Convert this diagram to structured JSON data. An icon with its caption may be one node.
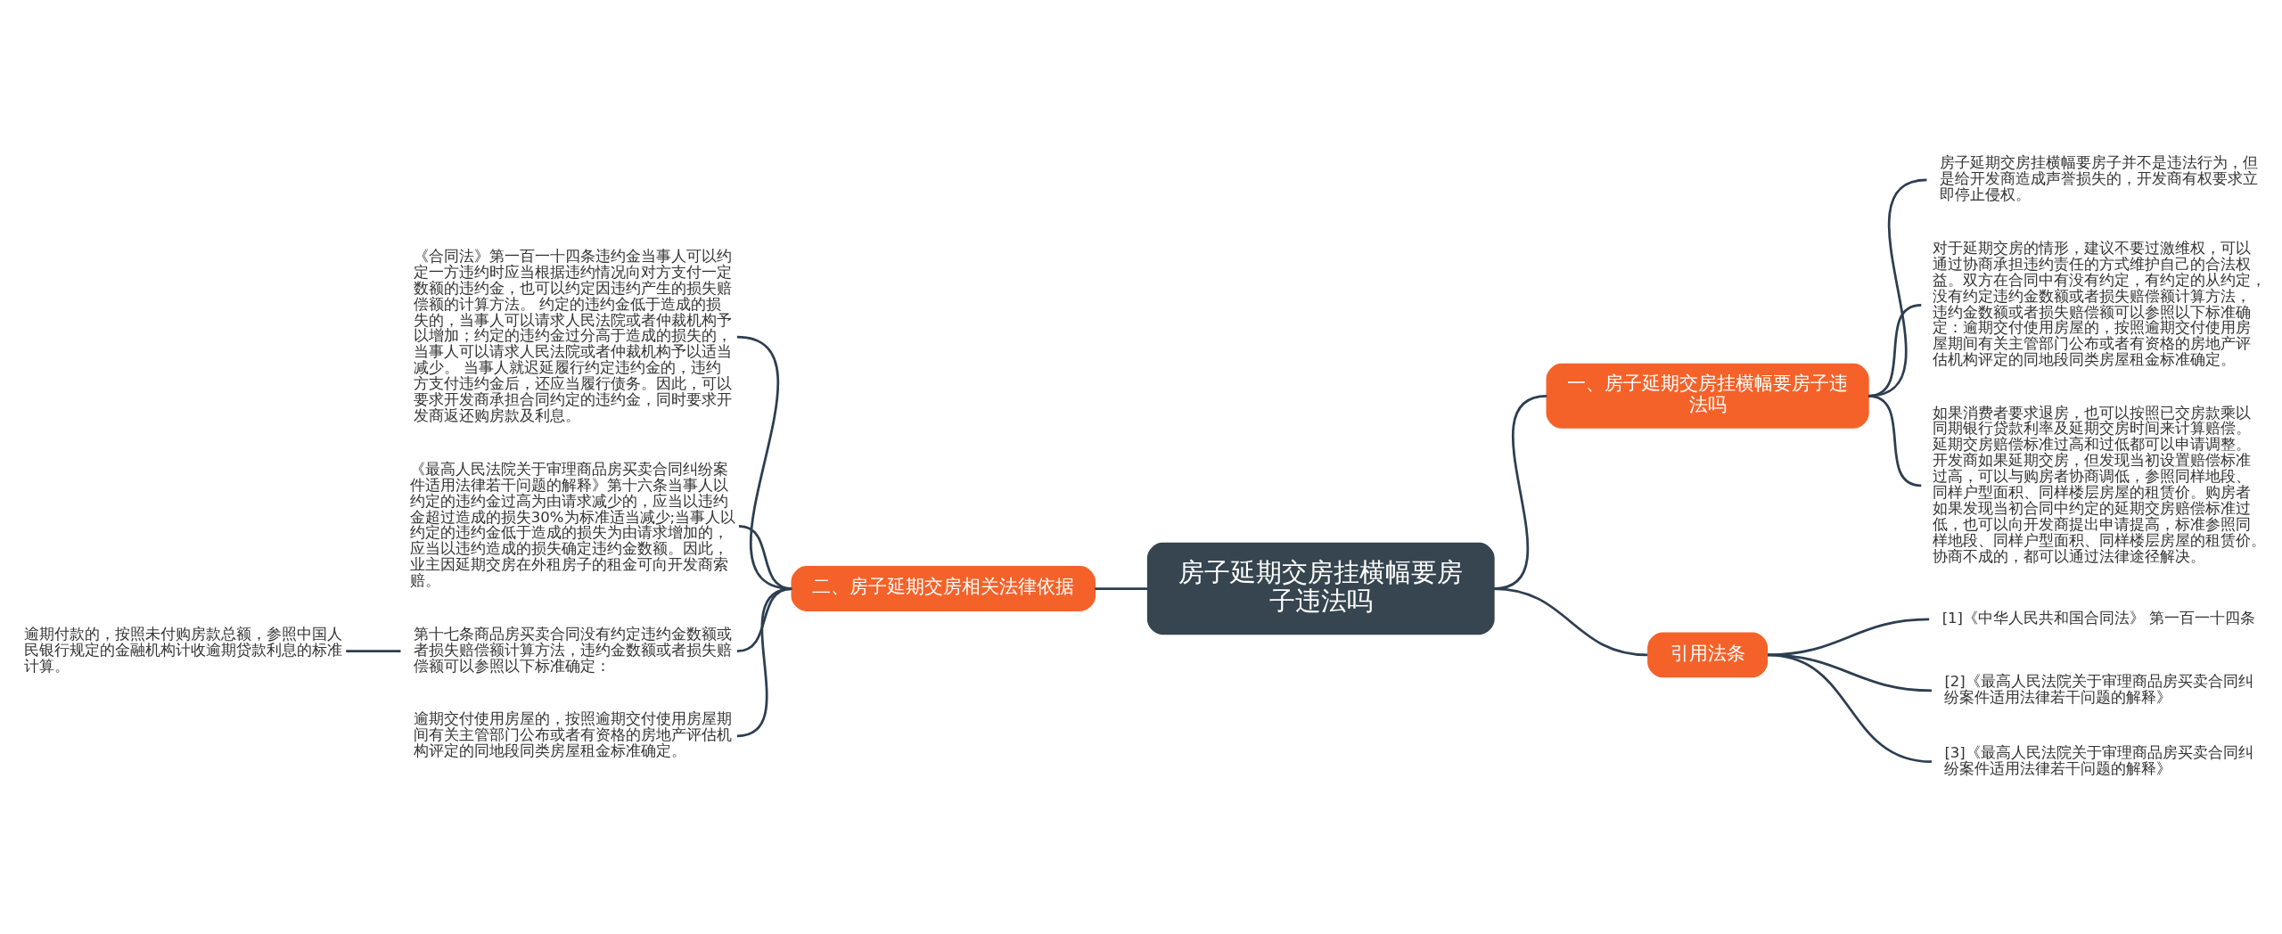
{
  "diagram": {
    "nodes": [
      {
        "text": [
          "房子延期交房挂横幅要房子违法吗"
        ]
      },
      {
        "text": [
          "一、房子延期交房挂横幅要房子违法吗"
        ]
      },
      {
        "text": [
          "房子延期交房挂横幅要房子并不是违法行为，但是给开发商造成声誉损失的，开发商有权要求立即停止侵权。"
        ]
      },
      {
        "text": [
          "对于延期交房的情形，建议不要过激维权，可以通过协商承担违约责任的方式维护自己的合法权益。双方在合同中有没有约定，有约定的从约定，没有约定违约金数额或者损失赔偿额计算方法，违约金数额或者损失赔偿额可以参照以下标准确定：逾期交付使用房屋的，按照逾期交付使用房屋期间有关主管部门公布或者有资格的房地产评估机构评定的同地段同类房屋租金标准确定。"
        ]
      },
      {
        "text": [
          "如果消费者要求退房，也可以按照已交房款乘以同期银行贷款利率及延期交房时间来计算赔偿。延期交房赔偿标准过高和过低都可以申请调整。开发商如果延期交房，但发现当初设置赔偿标准过高，可以与购房者协商调低，参照同样地段、同样户型面积、同样楼层房屋的租赁价。购房者如果发现当初合同中约定的延期交房赔偿标准过低，也可以向开发商提出申请提高，标准参照同样地段、同样户型面积、同样楼层房屋的租赁价。协商不成的，都可以通过法律途径解决。"
        ]
      },
      {
        "text": [
          "二、房子延期交房相关法律依据"
        ]
      },
      {
        "text": [
          "《合同法》第一百一十四条违约金当事人可以约定一方违约时应当根据违约情况向对方支付一定数额的违约金，也可以约定因违约产生的损失赔偿额的计算方法。 约定的违约金低于造成的损失的，当事人可以请求人民法院或者仲裁机构予以增加；约定的违约金过分高于造成的损失的，当事人可以请求人民法院或者仲裁机构予以适当减少。 当事人就迟延履行约定违约金的，违约方支付违约金后，还应当履行债务。因此，可以要求开发商承担合同约定的违约金，同时要求开发商返还购房款及利息。"
        ]
      },
      {
        "text": [
          "《最高人民法院关于审理商品房买卖合同纠纷案件适用法律若干问题的解释》第十六条当事人以约定的违约金过高为由请求减少的，应当以违约金超过造成的损失30%为标准适当减少;当事人以约定的违约金低于造成的损失为由请求增加的，应当以违约造成的损失确定违约金数额。因此，业主因延期交房在外租房子的租金可向开发商索赔。"
        ]
      },
      {
        "text": [
          "第十七条商品房买卖合同没有约定违约金数额或者损失赔偿额计算方法，违约金数额或者损失赔偿额可以参照以下标准确定："
        ]
      },
      {
        "text": [
          "逾期付款的，按照未付购房款总额，参照中国人民银行规定的金融机构计收逾期贷款利息的标准计算。"
        ]
      },
      {
        "text": [
          "逾期交付使用房屋的，按照逾期交付使用房屋期间有关主管部门公布或者有资格的房地产评估机构评定的同地段同类房屋租金标准确定。"
        ]
      },
      {
        "text": [
          "引用法条"
        ]
      },
      {
        "text": [
          "[1]《中华人民共和国合同法》 第一百一十四条"
        ]
      },
      {
        "text": [
          "[2]《最高人民法院关于审理商品房买卖合同纠纷案件适用法律若干问题的解释》"
        ]
      },
      {
        "text": [
          "[3]《最高人民法院关于审理商品房买卖合同纠纷案件适用法律若干问题的解释》"
        ]
      }
    ],
    "edges": [
      {
        "from": 0,
        "to": 1,
        "arrow": "none"
      },
      {
        "from": 1,
        "to": 2,
        "arrow": "none"
      },
      {
        "from": 1,
        "to": 3,
        "arrow": "none"
      },
      {
        "from": 1,
        "to": 4,
        "arrow": "none"
      },
      {
        "from": 0,
        "to": 5,
        "arrow": "none"
      },
      {
        "from": 5,
        "to": 6,
        "arrow": "none"
      },
      {
        "from": 5,
        "to": 7,
        "arrow": "none"
      },
      {
        "from": 5,
        "to": 8,
        "arrow": "none"
      },
      {
        "from": 8,
        "to": 9,
        "arrow": "none"
      },
      {
        "from": 5,
        "to": 10,
        "arrow": "none"
      },
      {
        "from": 0,
        "to": 11,
        "arrow": "none"
      },
      {
        "from": 11,
        "to": 12,
        "arrow": "none"
      },
      {
        "from": 11,
        "to": 13,
        "arrow": "none"
      },
      {
        "from": 11,
        "to": 14,
        "arrow": "none"
      }
    ]
  }
}
